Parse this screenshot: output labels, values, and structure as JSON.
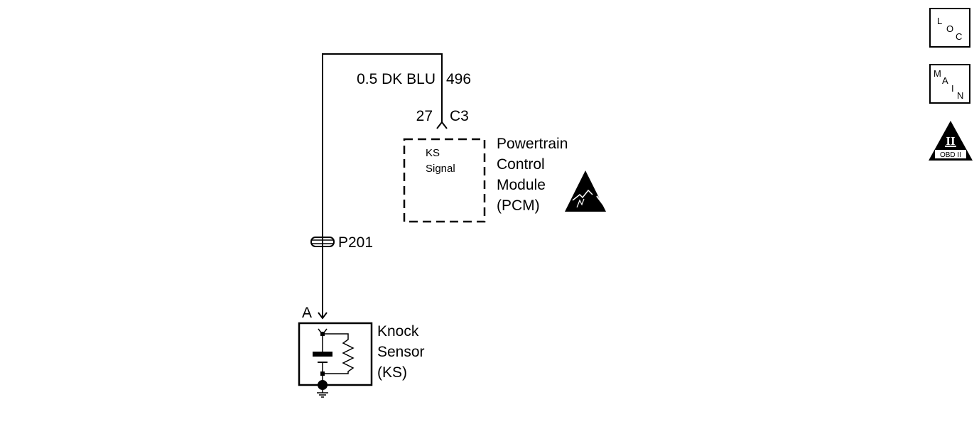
{
  "wire": {
    "gauge_color": "0.5 DK BLU",
    "circuit": "496"
  },
  "pcm_connector": {
    "pin": "27",
    "connector": "C3"
  },
  "pcm": {
    "signal_label": [
      "KS",
      "Signal"
    ],
    "name_lines": [
      "Powertrain",
      "Control",
      "Module",
      "(PCM)"
    ]
  },
  "passthrough": {
    "label": "P201"
  },
  "sensor_pin": {
    "label": "A"
  },
  "sensor": {
    "name_lines": [
      "Knock",
      "Sensor",
      "(KS)"
    ]
  },
  "nav": {
    "loc": [
      "L",
      "O",
      "C"
    ],
    "main": [
      "M",
      "A",
      "I",
      "N"
    ],
    "obd": {
      "numeral": "II",
      "text": "OBD II"
    }
  },
  "icons": {
    "esd": "esd-sensitive-icon",
    "ground": "ground-icon",
    "obd": "obd-ii-icon"
  }
}
